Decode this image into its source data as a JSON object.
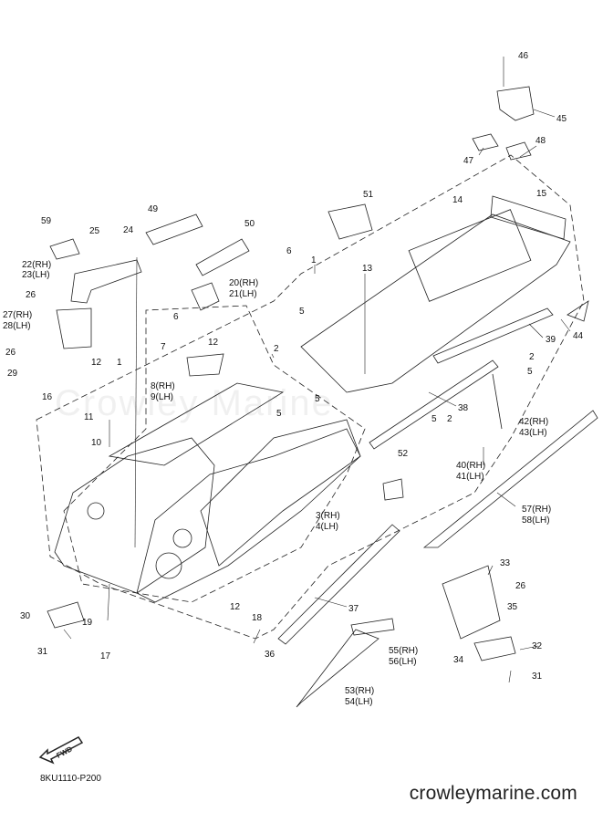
{
  "diagram": {
    "callouts": [
      {
        "id": "c1",
        "text": "1"
      },
      {
        "id": "c1b",
        "text": "1"
      },
      {
        "id": "c2",
        "text": "2"
      },
      {
        "id": "c2b",
        "text": "2"
      },
      {
        "id": "c2c",
        "text": "2"
      },
      {
        "id": "c3",
        "text": "3(RH)"
      },
      {
        "id": "c4",
        "text": "4(LH)"
      },
      {
        "id": "c5a",
        "text": "5"
      },
      {
        "id": "c5b",
        "text": "5"
      },
      {
        "id": "c5c",
        "text": "5"
      },
      {
        "id": "c5d",
        "text": "5"
      },
      {
        "id": "c5e",
        "text": "5"
      },
      {
        "id": "c6a",
        "text": "6"
      },
      {
        "id": "c6b",
        "text": "6"
      },
      {
        "id": "c7",
        "text": "7"
      },
      {
        "id": "c8",
        "text": "8(RH)"
      },
      {
        "id": "c9",
        "text": "9(LH)"
      },
      {
        "id": "c10",
        "text": "10"
      },
      {
        "id": "c11",
        "text": "11"
      },
      {
        "id": "c12a",
        "text": "12"
      },
      {
        "id": "c12b",
        "text": "12"
      },
      {
        "id": "c12c",
        "text": "12"
      },
      {
        "id": "c13",
        "text": "13"
      },
      {
        "id": "c14",
        "text": "14"
      },
      {
        "id": "c15",
        "text": "15"
      },
      {
        "id": "c16",
        "text": "16"
      },
      {
        "id": "c17",
        "text": "17"
      },
      {
        "id": "c18",
        "text": "18"
      },
      {
        "id": "c19",
        "text": "19"
      },
      {
        "id": "c20",
        "text": "20(RH)"
      },
      {
        "id": "c21",
        "text": "21(LH)"
      },
      {
        "id": "c22",
        "text": "22(RH)"
      },
      {
        "id": "c23",
        "text": "23(LH)"
      },
      {
        "id": "c24",
        "text": "24"
      },
      {
        "id": "c25",
        "text": "25"
      },
      {
        "id": "c26a",
        "text": "26"
      },
      {
        "id": "c26b",
        "text": "26"
      },
      {
        "id": "c26c",
        "text": "26"
      },
      {
        "id": "c27",
        "text": "27(RH)"
      },
      {
        "id": "c28",
        "text": "28(LH)"
      },
      {
        "id": "c29",
        "text": "29"
      },
      {
        "id": "c30",
        "text": "30"
      },
      {
        "id": "c31a",
        "text": "31"
      },
      {
        "id": "c31b",
        "text": "31"
      },
      {
        "id": "c32",
        "text": "32"
      },
      {
        "id": "c33",
        "text": "33"
      },
      {
        "id": "c34",
        "text": "34"
      },
      {
        "id": "c35",
        "text": "35"
      },
      {
        "id": "c36",
        "text": "36"
      },
      {
        "id": "c37",
        "text": "37"
      },
      {
        "id": "c38",
        "text": "38"
      },
      {
        "id": "c39",
        "text": "39"
      },
      {
        "id": "c40",
        "text": "40(RH)"
      },
      {
        "id": "c41",
        "text": "41(LH)"
      },
      {
        "id": "c42",
        "text": "42(RH)"
      },
      {
        "id": "c43",
        "text": "43(LH)"
      },
      {
        "id": "c44",
        "text": "44"
      },
      {
        "id": "c45",
        "text": "45"
      },
      {
        "id": "c46",
        "text": "46"
      },
      {
        "id": "c47",
        "text": "47"
      },
      {
        "id": "c48",
        "text": "48"
      },
      {
        "id": "c49",
        "text": "49"
      },
      {
        "id": "c50",
        "text": "50"
      },
      {
        "id": "c51",
        "text": "51"
      },
      {
        "id": "c52",
        "text": "52"
      },
      {
        "id": "c53",
        "text": "53(RH)"
      },
      {
        "id": "c54",
        "text": "54(LH)"
      },
      {
        "id": "c55",
        "text": "55(RH)"
      },
      {
        "id": "c56",
        "text": "56(LH)"
      },
      {
        "id": "c57",
        "text": "57(RH)"
      },
      {
        "id": "c58",
        "text": "58(LH)"
      },
      {
        "id": "c59",
        "text": "59"
      }
    ],
    "fwd_label": "FWD",
    "diagram_code": "8KU1110-P200",
    "watermark": "Crowley Marine",
    "website": "crowleymarine.com"
  }
}
